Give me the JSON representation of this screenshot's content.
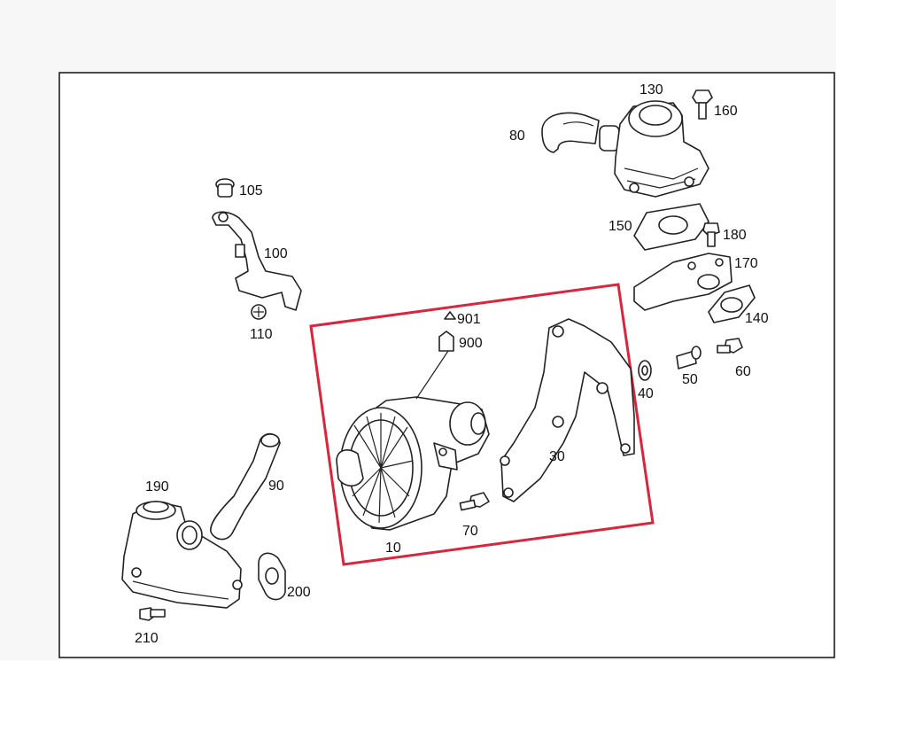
{
  "labels": {
    "p10": "10",
    "p30": "30",
    "p40": "40",
    "p50": "50",
    "p60": "60",
    "p70": "70",
    "p80": "80",
    "p90": "90",
    "p100": "100",
    "p105": "105",
    "p110": "110",
    "p130": "130",
    "p140": "140",
    "p150": "150",
    "p160": "160",
    "p170": "170",
    "p180": "180",
    "p190": "190",
    "p200": "200",
    "p210": "210",
    "p900": "900",
    "p901": "901"
  },
  "colors": {
    "frame": "#111111",
    "highlight": "#d7263d",
    "line": "#222222"
  }
}
